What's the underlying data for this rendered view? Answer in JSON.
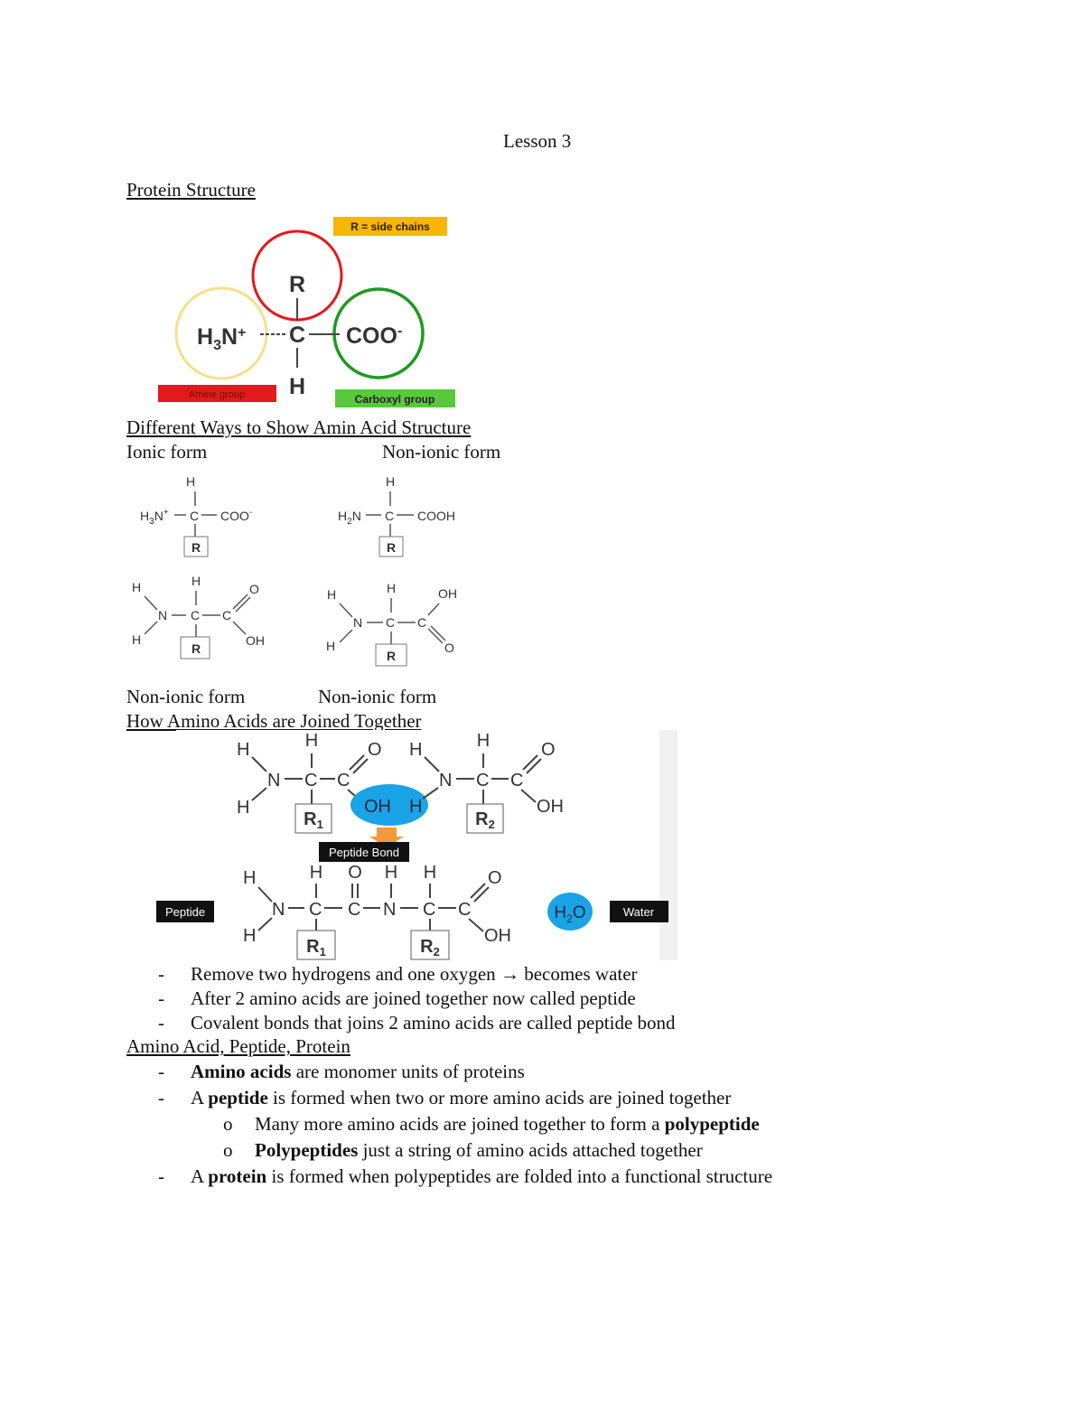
{
  "title": "Lesson 3",
  "section1": {
    "heading": "Protein Structure",
    "diagram": {
      "r_label": "R",
      "amine": "H3N+",
      "carbon": "C",
      "carboxyl": "COO-",
      "h_label": "H",
      "side_chains_tag": "R = side chains",
      "amine_tag": "Amine group",
      "carboxyl_tag": "Carboxyl group",
      "colors": {
        "amine": "#e31a1c",
        "side": "#f5b800",
        "carboxyl": "#5ac83c",
        "side_circle": "#e31a1c",
        "amine_circle": "#f5e08a",
        "carboxyl_circle": "#1e9a1e"
      }
    }
  },
  "section2": {
    "heading": "Different Ways to Show Amin Acid Structure",
    "label_ionic": "Ionic form",
    "label_nonionic_top": "Non-ionic form",
    "label_nonionic_left": "Non-ionic form",
    "label_nonionic_right": "Non-ionic form"
  },
  "section3": {
    "heading": "How Amino Acids are Joined Together ",
    "peptide_bond_tag": "Peptide Bond",
    "peptide_tag": "Peptide",
    "water_tag": "Water",
    "bullets": [
      {
        "text_a": "Remove two hydrogens and one oxygen ",
        "arrow": "→",
        "text_b": " becomes water"
      },
      {
        "text_a": "After 2 amino acids are joined together now called peptide"
      },
      {
        "text_a": "Covalent bonds that joins 2 amino acids are called peptide bond"
      }
    ]
  },
  "section4": {
    "heading": "Amino Acid, Peptide, Protein",
    "b1_bold": "Amino acids",
    "b1_rest": " are monomer units of proteins",
    "b2_pre": "A ",
    "b2_bold": "peptide",
    "b2_rest": " is formed when two or more amino acids are joined together",
    "s1_pre": "Many more amino acids are joined together to form a ",
    "s1_bold": "polypeptide",
    "s2_bold": "Polypeptides",
    "s2_rest": " just a string of amino acids attached together",
    "b3_pre": "A ",
    "b3_bold": "protein",
    "b3_rest": " is formed when polypeptides are folded into a functional structure",
    "dash": "-",
    "sub_marker": "o"
  }
}
